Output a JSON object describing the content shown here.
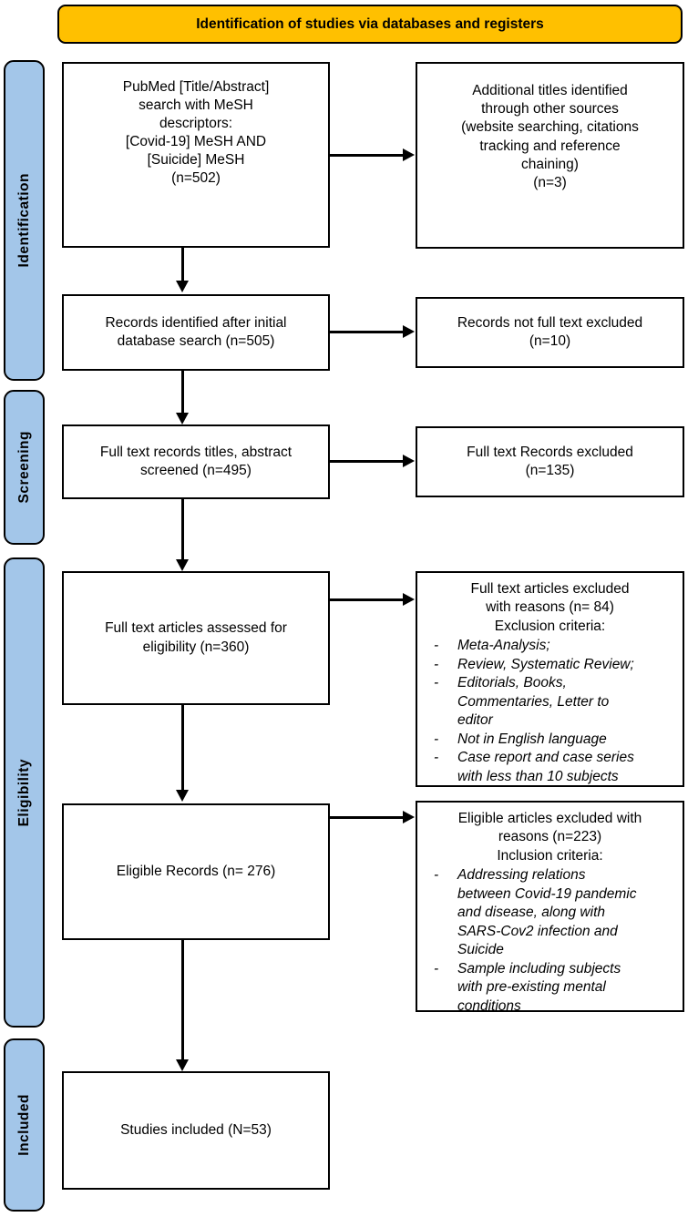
{
  "banner": {
    "title": "Identification of studies via databases and registers"
  },
  "colors": {
    "banner_bg": "#FFC000",
    "stage_bg": "#A3C6E9",
    "line": "#000000"
  },
  "bullet_marker": "-",
  "stages": [
    {
      "label": "Identification"
    },
    {
      "label": "Screening"
    },
    {
      "label": "Eligibility"
    },
    {
      "label": "Included"
    }
  ],
  "boxes": {
    "pubmed_search": {
      "text": "PubMed [Title/Abstract]\nsearch with MeSH\ndescriptors:\n[Covid-19] MeSH AND\n[Suicide] MeSH\n(n=502)"
    },
    "additional_titles": {
      "text": "Additional titles identified\nthrough other sources\n(website searching, citations\ntracking and reference\nchaining)\n(n=3)"
    },
    "records_identified": {
      "text": "Records identified after initial\ndatabase search (n=505)"
    },
    "records_not_full_text": {
      "text": "Records not full text excluded\n(n=10)"
    },
    "full_text_screened": {
      "text": "Full text records titles, abstract\nscreened (n=495)"
    },
    "full_text_excluded": {
      "text": "Full text Records excluded\n(n=135)"
    },
    "assessed_eligibility": {
      "text": "Full text articles assessed for\neligibility (n=360)"
    },
    "excluded_reasons": {
      "heading": "Full text articles excluded\nwith reasons (n= 84)\nExclusion criteria:",
      "bullets": [
        "Meta-Analysis;",
        "Review, Systematic Review;",
        "Editorials, Books,\nCommentaries, Letter to\neditor",
        "Not in English language",
        "Case report and case series\nwith less than 10 subjects"
      ]
    },
    "eligible_records": {
      "text": "Eligible Records (n= 276)"
    },
    "eligible_excluded": {
      "heading": "Eligible articles excluded with\nreasons (n=223)\nInclusion criteria:",
      "bullets": [
        "Addressing relations\nbetween Covid-19 pandemic\nand disease, along with\nSARS-Cov2 infection and\nSuicide",
        "Sample including subjects\nwith pre-existing mental\nconditions"
      ]
    },
    "studies_included": {
      "text": "Studies included (N=53)"
    }
  }
}
